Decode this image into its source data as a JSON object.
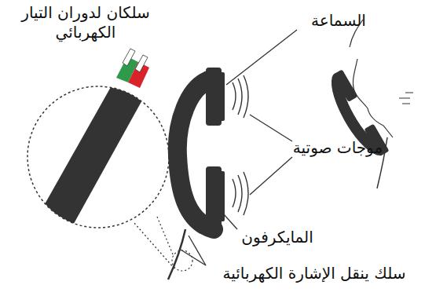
{
  "diagram": {
    "labels": [
      "سلكان لدوران التيار الكهربائي",
      "السماعة",
      "موجات صوتية",
      "المايكرفون",
      "سلك ينقل الإشارة الكهربائية"
    ]
  }
}
